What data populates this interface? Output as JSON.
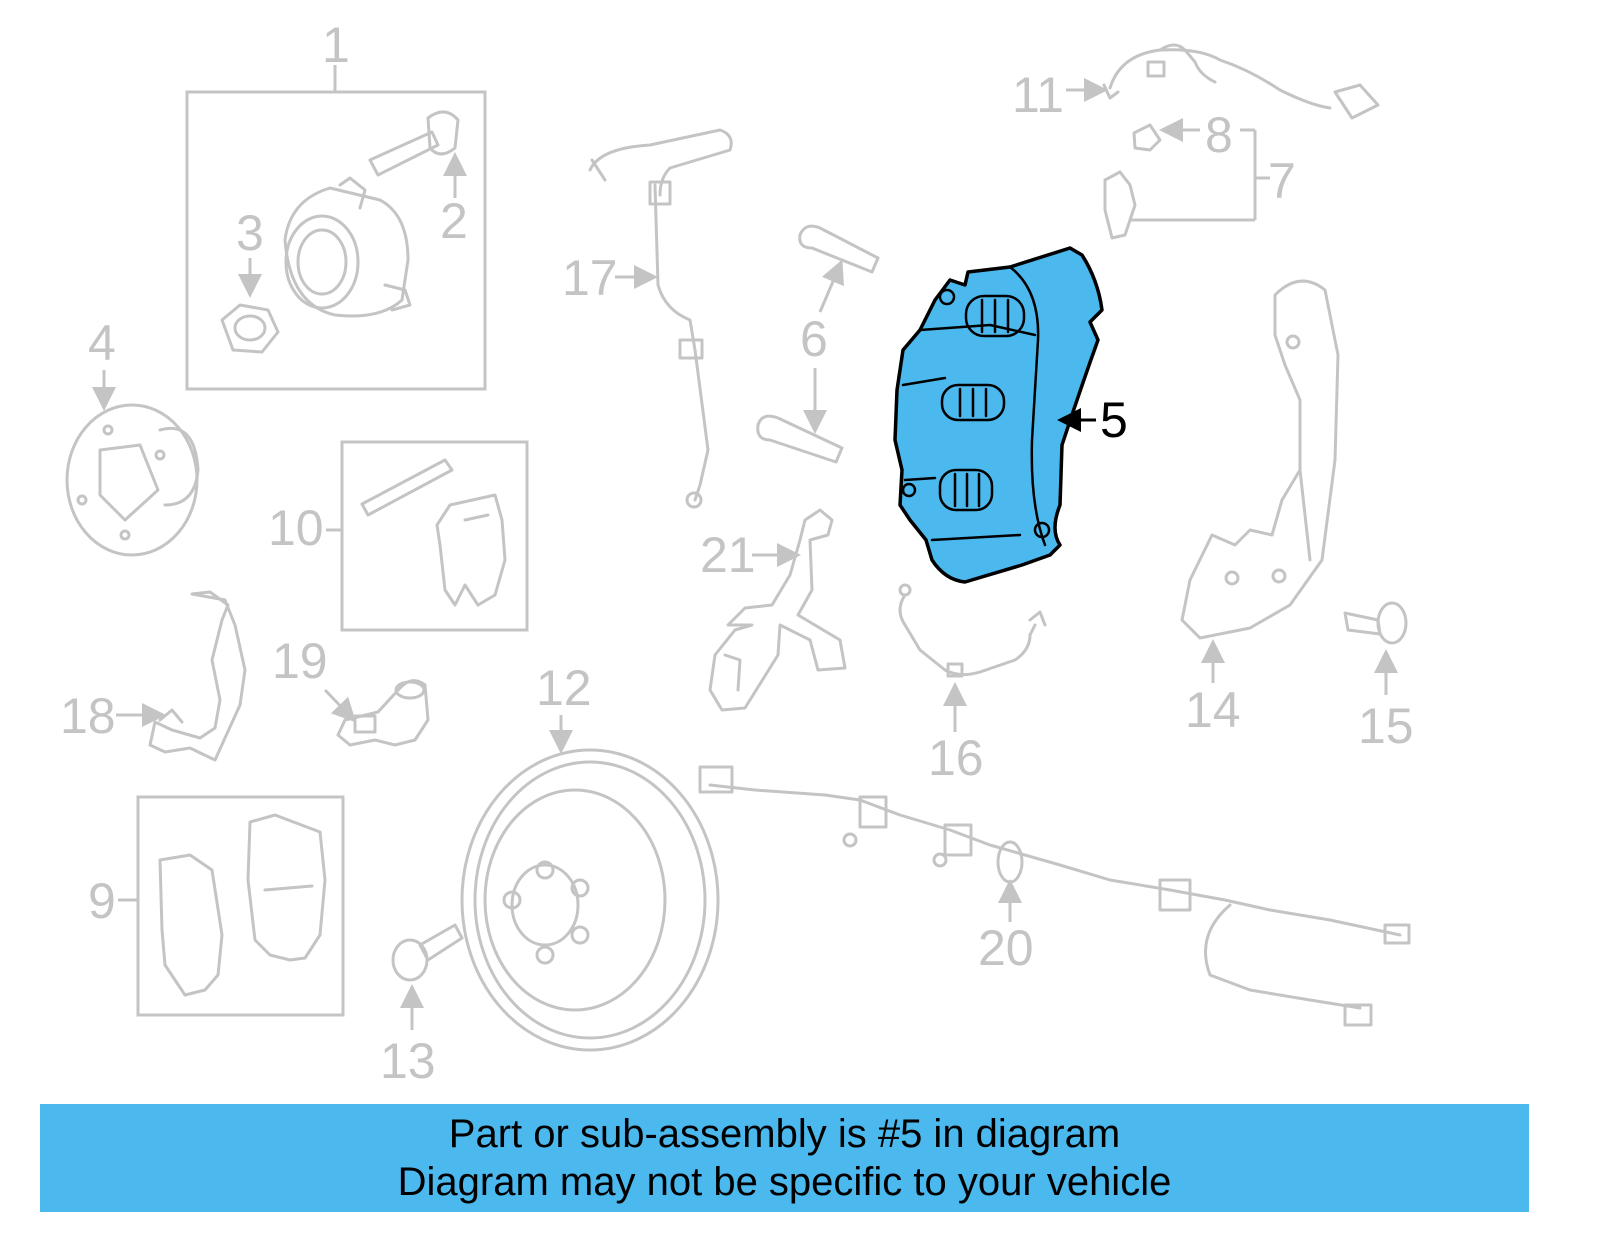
{
  "diagram": {
    "highlight_color": "#4bb8ee",
    "muted_color": "#c4c4c4",
    "highlighted_part": "5",
    "callouts": {
      "c1": "1",
      "c2": "2",
      "c3": "3",
      "c4": "4",
      "c5": "5",
      "c6": "6",
      "c7": "7",
      "c8": "8",
      "c9": "9",
      "c10": "10",
      "c11": "11",
      "c12": "12",
      "c13": "13",
      "c14": "14",
      "c15": "15",
      "c16": "16",
      "c17": "17",
      "c18": "18",
      "c19": "19",
      "c20": "20",
      "c21": "21"
    }
  },
  "banner": {
    "background": "#4bb8ee",
    "line1": "Part or sub-assembly is #5 in diagram",
    "line2": "Diagram may not be specific to your vehicle"
  }
}
